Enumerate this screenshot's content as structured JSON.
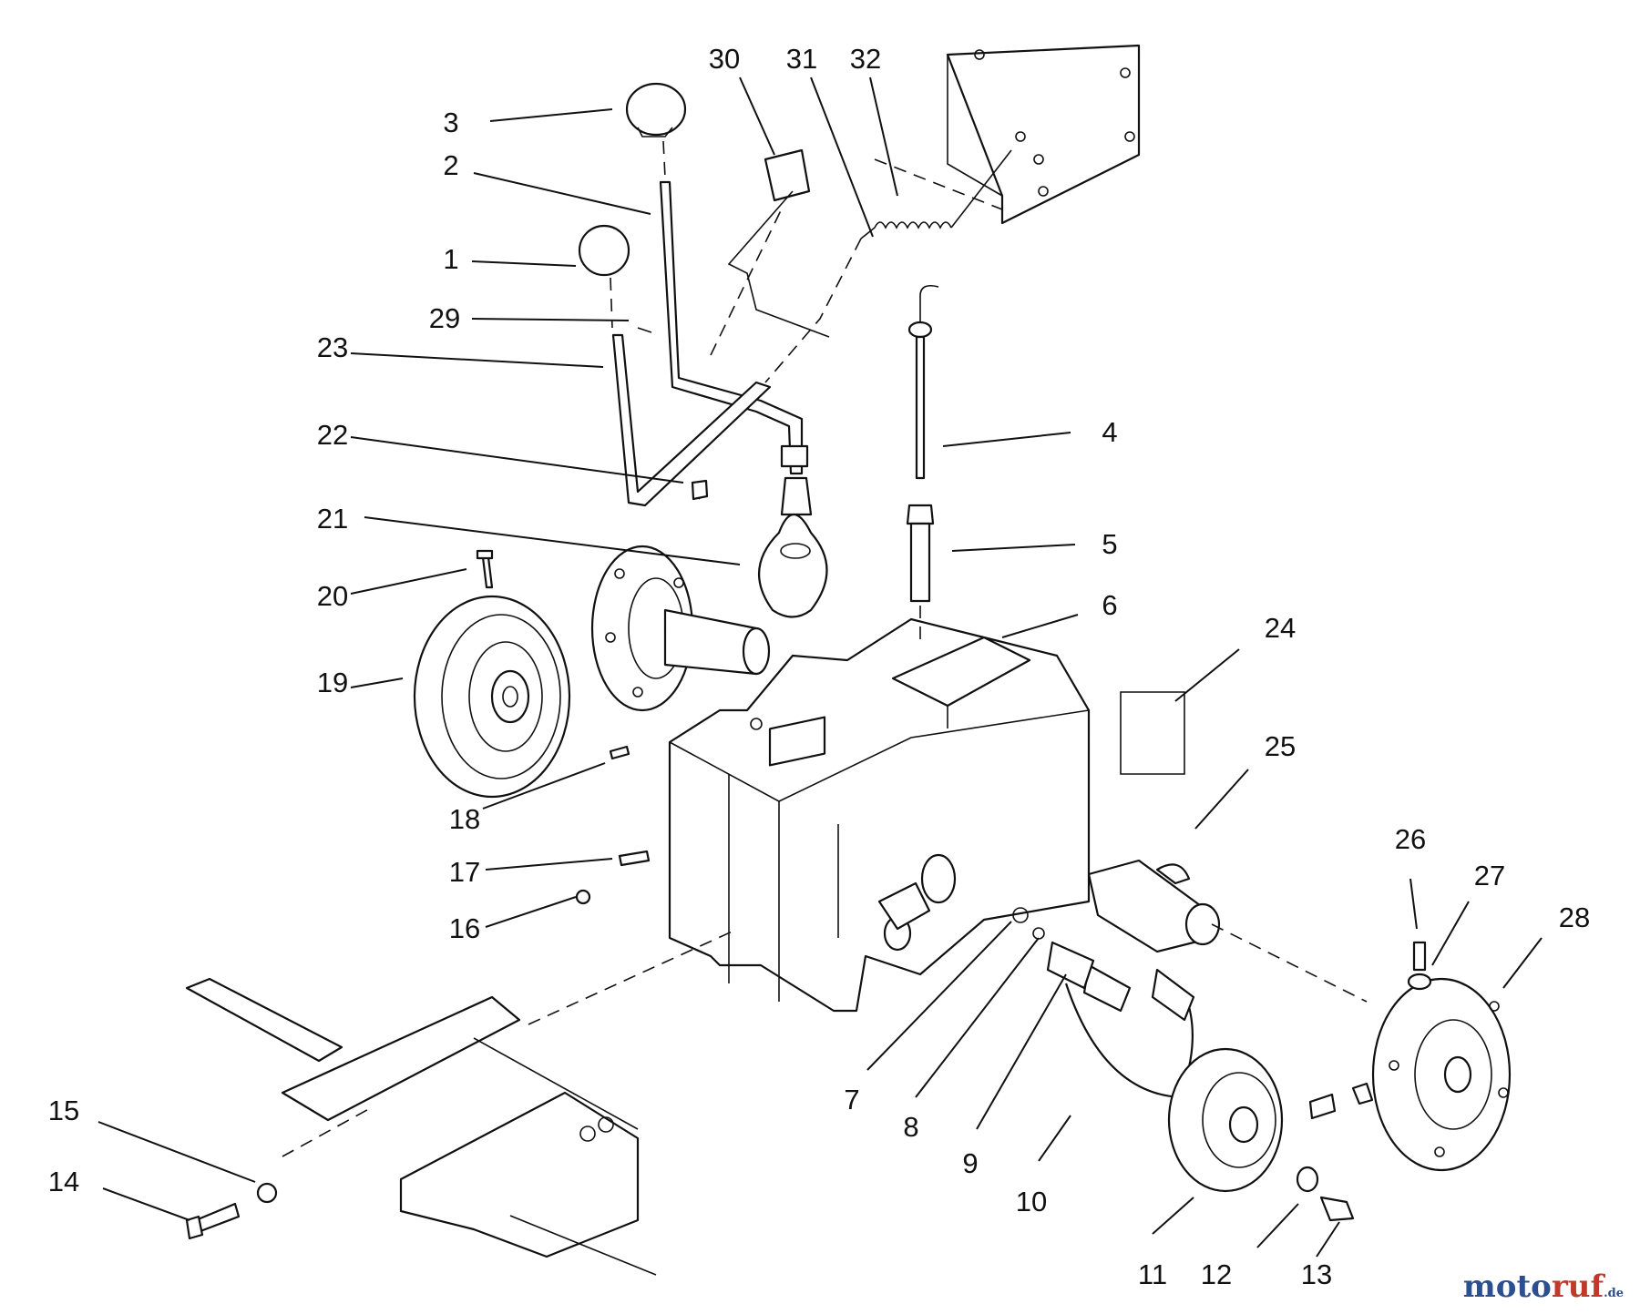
{
  "diagram": {
    "callouts": [
      "1",
      "2",
      "3",
      "4",
      "5",
      "6",
      "7",
      "8",
      "9",
      "10",
      "11",
      "12",
      "13",
      "14",
      "15",
      "16",
      "17",
      "18",
      "19",
      "20",
      "21",
      "22",
      "23",
      "24",
      "25",
      "26",
      "27",
      "28",
      "29",
      "30",
      "31",
      "32"
    ]
  },
  "watermark": {
    "part1": "moto",
    "part2": "ruf",
    "part3": ".de"
  },
  "colors": {
    "line": "#111111",
    "background": "#ffffff",
    "brand_blue": "#2e4f8f",
    "brand_red": "#c0392b"
  }
}
